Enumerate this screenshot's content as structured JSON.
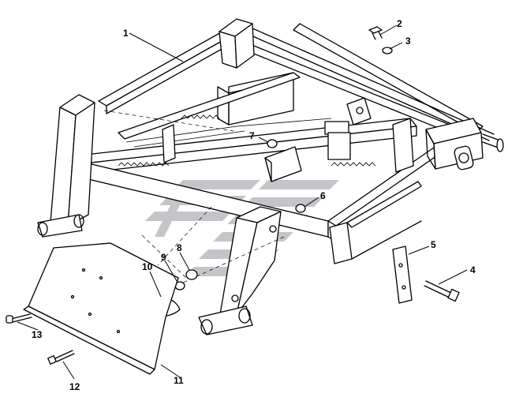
{
  "callouts": [
    {
      "id": "1",
      "label": "1"
    },
    {
      "id": "2",
      "label": "2"
    },
    {
      "id": "3",
      "label": "3"
    },
    {
      "id": "4",
      "label": "4"
    },
    {
      "id": "5",
      "label": "5"
    },
    {
      "id": "6",
      "label": "6"
    },
    {
      "id": "7",
      "label": "7"
    },
    {
      "id": "8",
      "label": "8"
    },
    {
      "id": "9",
      "label": "9"
    },
    {
      "id": "10",
      "label": "10"
    },
    {
      "id": "11",
      "label": "11"
    },
    {
      "id": "12",
      "label": "12"
    },
    {
      "id": "13",
      "label": "13"
    }
  ],
  "colors": {
    "line": "#000000",
    "watermark": "#b9bcc0",
    "background": "#ffffff"
  },
  "icons": {
    "watermark": "company-logo-watermark"
  }
}
